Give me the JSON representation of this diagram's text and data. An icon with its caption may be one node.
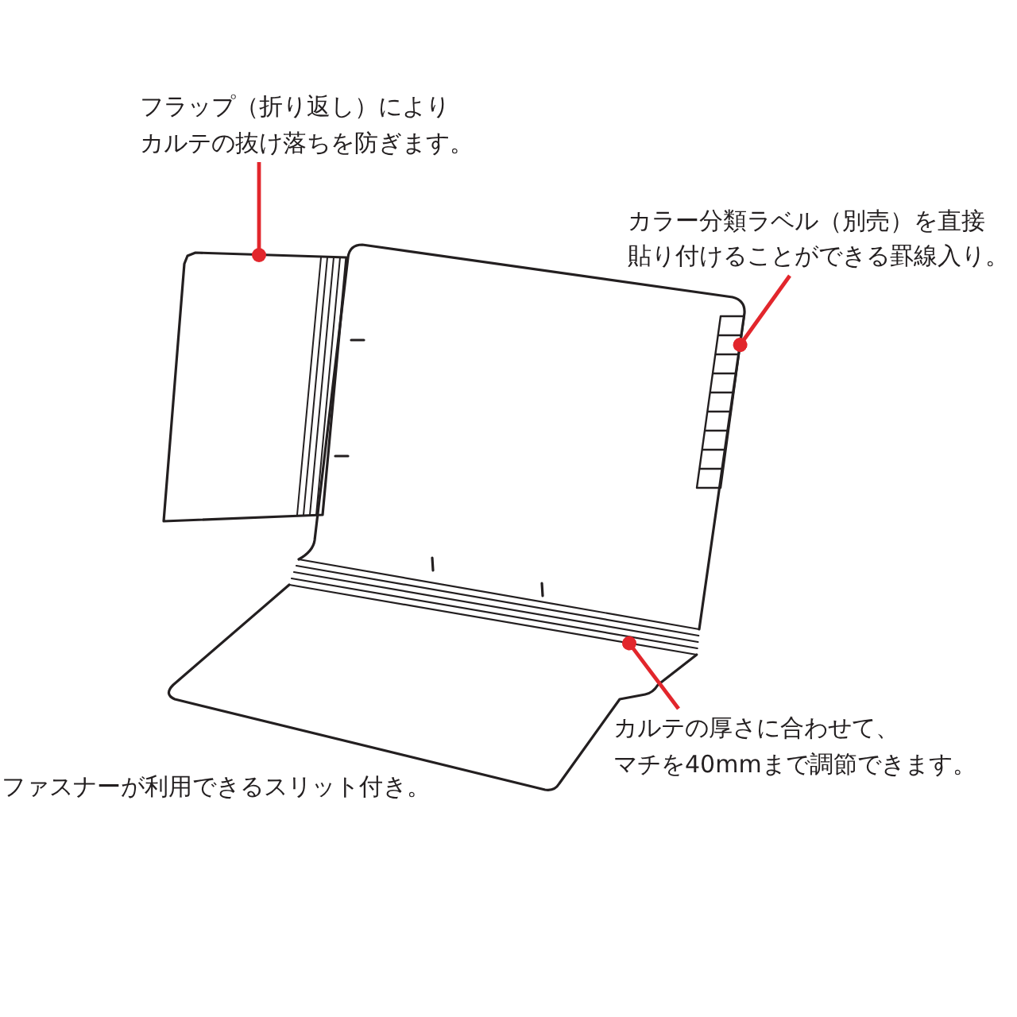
{
  "diagram": {
    "nodes": [
      {
        "text": [
          "フラップ（折り返し）によりカルテの抜け落ちを防ぎます。"
        ]
      },
      {
        "text": [],
        "shape": "box"
      },
      {
        "text": [
          "カラー分類ラベル（別売）を直接貼り付けることができる罫線入り。"
        ]
      },
      {
        "text": [],
        "shape": "box"
      },
      {
        "text": [
          "カルテの厚さに合わせて、マチを40mmまで調節できます。"
        ]
      },
      {
        "text": [],
        "shape": "bar"
      }
    ],
    "edges": [
      {
        "from": 0,
        "to": 1,
        "arrow": "other"
      },
      {
        "from": 2,
        "to": 3,
        "arrow": "other"
      },
      {
        "from": 4,
        "to": 5,
        "arrow": "other"
      }
    ],
    "labels": [
      "ファスナーが利用できるスリット付き。"
    ]
  }
}
